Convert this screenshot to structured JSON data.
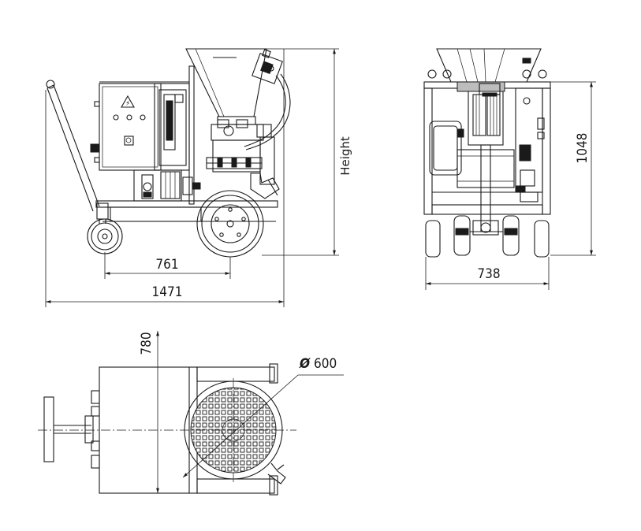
{
  "dimensions": {
    "wheelbase": "761",
    "overall_length": "1471",
    "height_label": "Height",
    "width": "738",
    "height_right": "1048",
    "depth_top": "780",
    "hopper_diameter": "600",
    "diameter_symbol": "Ø"
  },
  "icons": [
    "high-voltage-icon"
  ],
  "colors": {
    "line": "#1a1a1a",
    "background": "#ffffff"
  }
}
